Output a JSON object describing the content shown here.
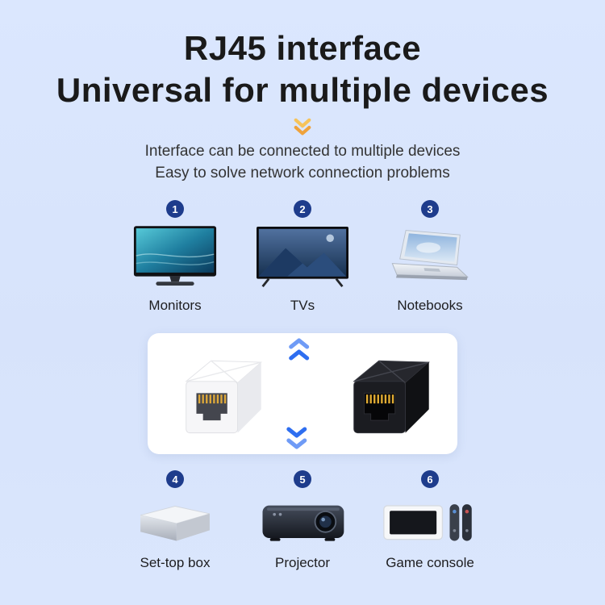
{
  "header": {
    "title_line1": "RJ45 interface",
    "title_line2": "Universal for multiple devices",
    "description_line1": "Interface can be connected to multiple devices",
    "description_line2": "Easy to solve network connection problems"
  },
  "devices": {
    "top": [
      {
        "number": "1",
        "label": "Monitors",
        "icon": "monitor-icon"
      },
      {
        "number": "2",
        "label": "TVs",
        "icon": "tv-icon"
      },
      {
        "number": "3",
        "label": "Notebooks",
        "icon": "laptop-icon"
      }
    ],
    "bottom": [
      {
        "number": "4",
        "label": "Set-top box",
        "icon": "set-top-box-icon"
      },
      {
        "number": "5",
        "label": "Projector",
        "icon": "projector-icon"
      },
      {
        "number": "6",
        "label": "Game console",
        "icon": "game-console-icon"
      }
    ]
  },
  "center": {
    "left_product": "white-rj45-coupler",
    "right_product": "black-rj45-coupler",
    "top_icon": "double-chevron-up-icon",
    "bottom_icon": "double-chevron-down-icon"
  },
  "icons": {
    "header_hint": "double-chevron-down-icon"
  },
  "colors": {
    "background": "#d9e5fc",
    "title_text": "#1a1a1a",
    "body_text": "#333333",
    "badge_background": "#1e3c8c",
    "accent_blue": "#2e6ef0",
    "accent_blue_light": "#6f9bf6",
    "accent_orange": "#efa23b",
    "accent_orange_light": "#f6c35a",
    "card_background": "#ffffff",
    "rj45_pin_gold": "#dda83a"
  }
}
